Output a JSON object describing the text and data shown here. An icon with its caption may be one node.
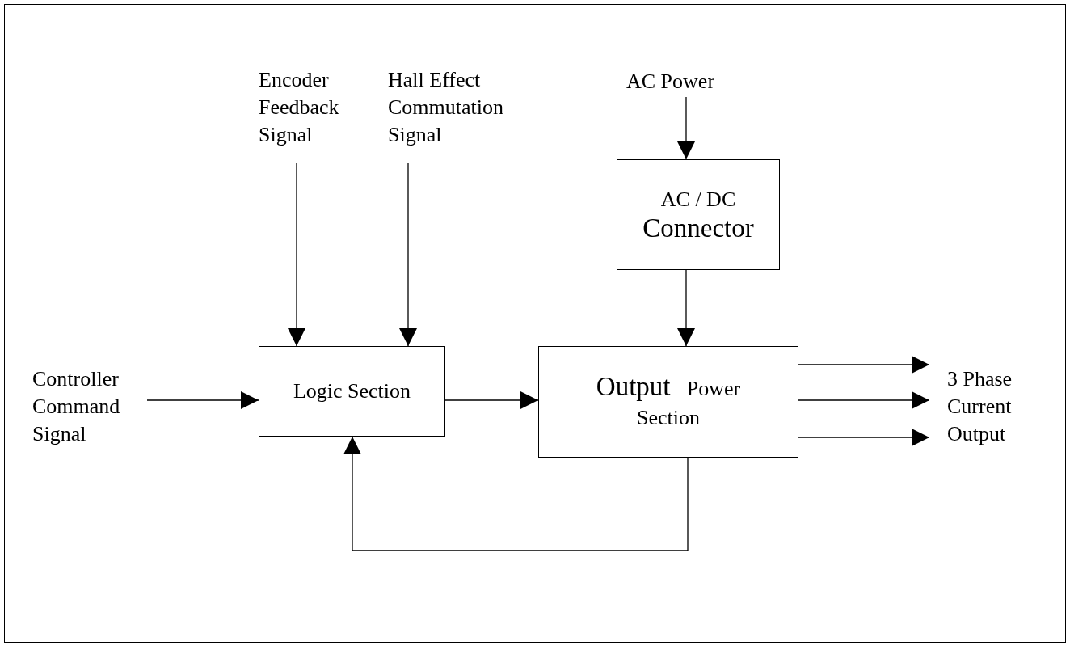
{
  "diagram": {
    "nodes": [
      {
        "text": [
          "Encoder Feedback Signal"
        ]
      },
      {
        "text": [
          "Hall Effect Commutation Signal"
        ]
      },
      {
        "text": [
          "AC Power"
        ]
      },
      {
        "text": [
          "AC / DC",
          "Connector"
        ]
      },
      {
        "text": [
          "Controller Command Signal"
        ]
      },
      {
        "text": [
          "Logic Section"
        ]
      },
      {
        "text": [
          "Output",
          "Power Section"
        ]
      },
      {
        "text": [
          "3 Phase Current Output"
        ]
      }
    ],
    "edges": [
      {
        "from": 0,
        "to": 5,
        "arrow": "to"
      },
      {
        "from": 1,
        "to": 5,
        "arrow": "to"
      },
      {
        "from": 2,
        "to": 3,
        "arrow": "to"
      },
      {
        "from": 3,
        "to": 6,
        "arrow": "to"
      },
      {
        "from": 4,
        "to": 5,
        "arrow": "to"
      },
      {
        "from": 5,
        "to": 6,
        "arrow": "to"
      },
      {
        "from": 6,
        "to": 7,
        "arrow": "to"
      },
      {
        "from": 6,
        "to": 7,
        "arrow": "to"
      },
      {
        "from": 6,
        "to": 7,
        "arrow": "to"
      },
      {
        "from": 6,
        "to": 5,
        "arrow": "to"
      }
    ]
  }
}
